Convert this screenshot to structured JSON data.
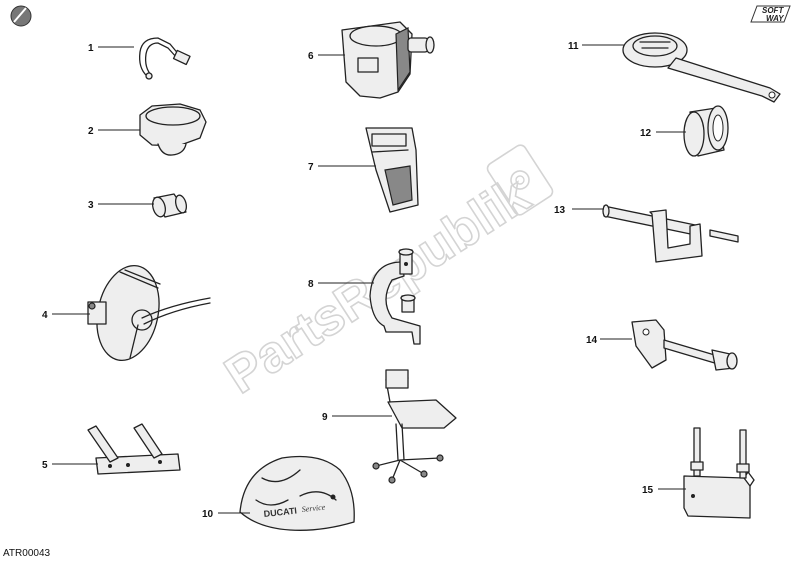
{
  "drawing_code": "ATR00043",
  "watermark": "PartsRepublik",
  "logo": {
    "line1": "SOFT",
    "line2": "WAY"
  },
  "callouts": [
    {
      "id": "c1",
      "label": "1"
    },
    {
      "id": "c2",
      "label": "2"
    },
    {
      "id": "c3",
      "label": "3"
    },
    {
      "id": "c4",
      "label": "4"
    },
    {
      "id": "c5",
      "label": "5"
    },
    {
      "id": "c6",
      "label": "6"
    },
    {
      "id": "c7",
      "label": "7"
    },
    {
      "id": "c8",
      "label": "8"
    },
    {
      "id": "c9",
      "label": "9"
    },
    {
      "id": "c10",
      "label": "10"
    },
    {
      "id": "c11",
      "label": "11"
    },
    {
      "id": "c12",
      "label": "12"
    },
    {
      "id": "c13",
      "label": "13"
    },
    {
      "id": "c14",
      "label": "14"
    },
    {
      "id": "c15",
      "label": "15"
    }
  ],
  "cover_text": {
    "brand": "DUCATI",
    "service": "Service"
  }
}
